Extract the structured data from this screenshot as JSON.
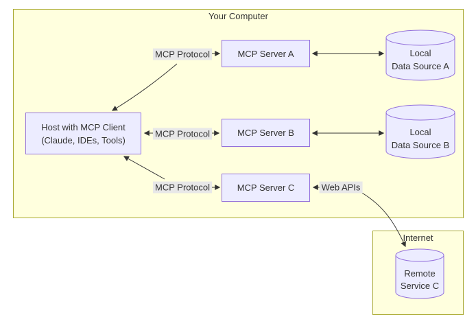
{
  "colors": {
    "canvas_bg": "#ffffff",
    "cluster_fill": "#ffffde",
    "cluster_border": "#aaaa33",
    "node_fill": "#ececff",
    "node_border": "#9370db",
    "edge_label_bg": "#e8e8e8",
    "line": "#333333",
    "text": "#333333"
  },
  "groups": {
    "your_computer": {
      "title": "Your Computer"
    },
    "internet": {
      "title": "Internet"
    }
  },
  "nodes": {
    "host": {
      "line1": "Host with MCP Client",
      "line2": "(Claude, IDEs, Tools)"
    },
    "server_a": {
      "label": "MCP Server A"
    },
    "server_b": {
      "label": "MCP Server B"
    },
    "server_c": {
      "label": "MCP Server C"
    },
    "data_source_a": {
      "line1": "Local",
      "line2": "Data Source A"
    },
    "data_source_b": {
      "line1": "Local",
      "line2": "Data Source B"
    },
    "remote_service_c": {
      "line1": "Remote",
      "line2": "Service C"
    }
  },
  "edge_labels": {
    "mcp_protocol_a": "MCP Protocol",
    "mcp_protocol_b": "MCP Protocol",
    "mcp_protocol_c": "MCP Protocol",
    "web_apis": "Web APIs"
  }
}
